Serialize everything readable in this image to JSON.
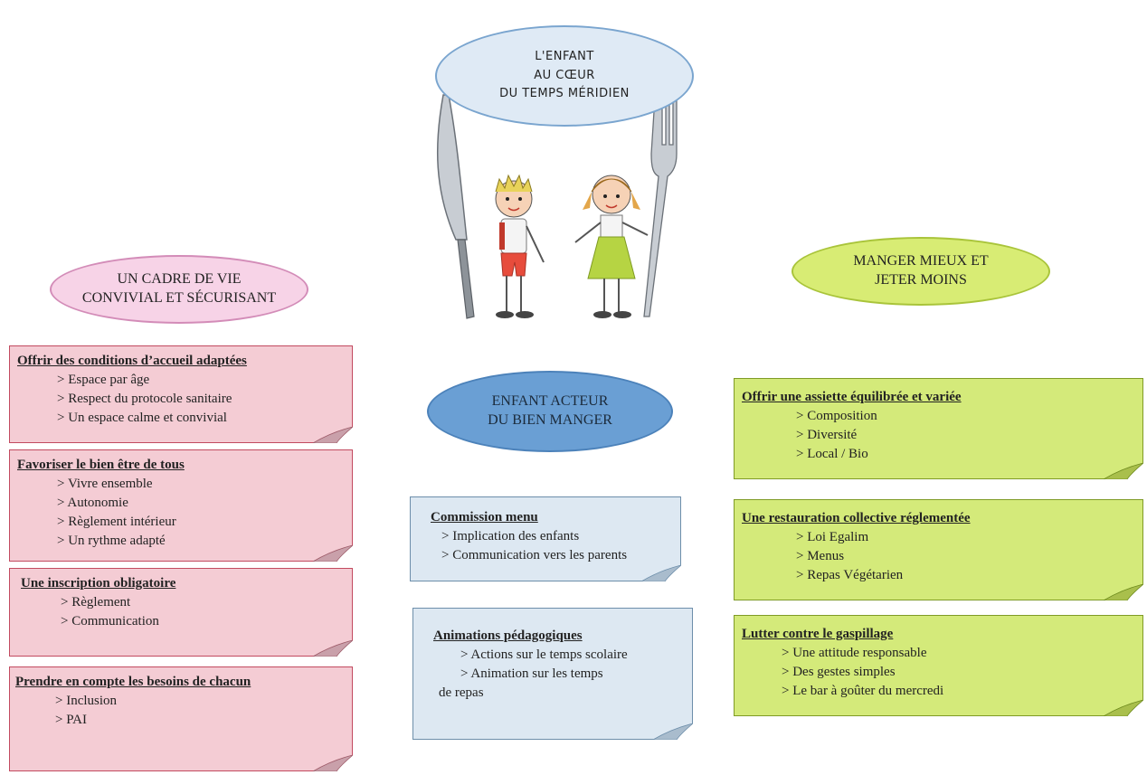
{
  "center": {
    "title_lines": [
      "L'ENFANT",
      "AU CŒUR",
      "DU TEMPS MÉRIDIEN"
    ],
    "bubble_lines": [
      "ENFANT ACTEUR",
      "DU BIEN MANGER"
    ]
  },
  "left": {
    "bubble_lines": [
      "UN CADRE DE VIE",
      "CONVIVIAL ET SÉCURISANT"
    ],
    "notes": [
      {
        "heading": "Offrir des conditions d’accueil adaptées",
        "items": [
          "> Espace par âge",
          "> Respect du protocole sanitaire",
          "> Un espace calme et convivial"
        ]
      },
      {
        "heading": "Favoriser le bien être de tous",
        "items": [
          "> Vivre ensemble",
          "> Autonomie",
          "> Règlement intérieur",
          "> Un rythme adapté"
        ]
      },
      {
        "heading": "Une inscription obligatoire",
        "items": [
          "> Règlement",
          "> Communication"
        ]
      },
      {
        "heading": "Prendre en compte les besoins de chacun",
        "items": [
          "> Inclusion",
          "> PAI"
        ]
      }
    ]
  },
  "middle": {
    "notes": [
      {
        "heading": "Commission menu",
        "items": [
          "> Implication des enfants",
          "> Communication vers les parents"
        ]
      },
      {
        "heading": "Animations pédagogiques",
        "items": [
          "> Actions sur le temps scolaire",
          "> Animation sur les temps",
          "de repas"
        ]
      }
    ]
  },
  "right": {
    "bubble_lines": [
      "MANGER MIEUX ET",
      "JETER MOINS"
    ],
    "notes": [
      {
        "heading": "Offrir une assiette équilibrée et variée",
        "items": [
          "> Composition",
          "> Diversité",
          "> Local / Bio"
        ]
      },
      {
        "heading": "Une restauration collective réglementée",
        "items": [
          "> Loi Egalim",
          "> Menus",
          "> Repas Végétarien"
        ]
      },
      {
        "heading": "Lutter contre le gaspillage",
        "items": [
          "> Une attitude responsable",
          "> Des gestes simples",
          "> Le bar à goûter du mercredi"
        ]
      }
    ]
  },
  "colors": {
    "pink": "#f4ccd4",
    "blue": "#dde8f2",
    "green": "#d4ea7a",
    "accent_blue": "#6a9fd4"
  }
}
